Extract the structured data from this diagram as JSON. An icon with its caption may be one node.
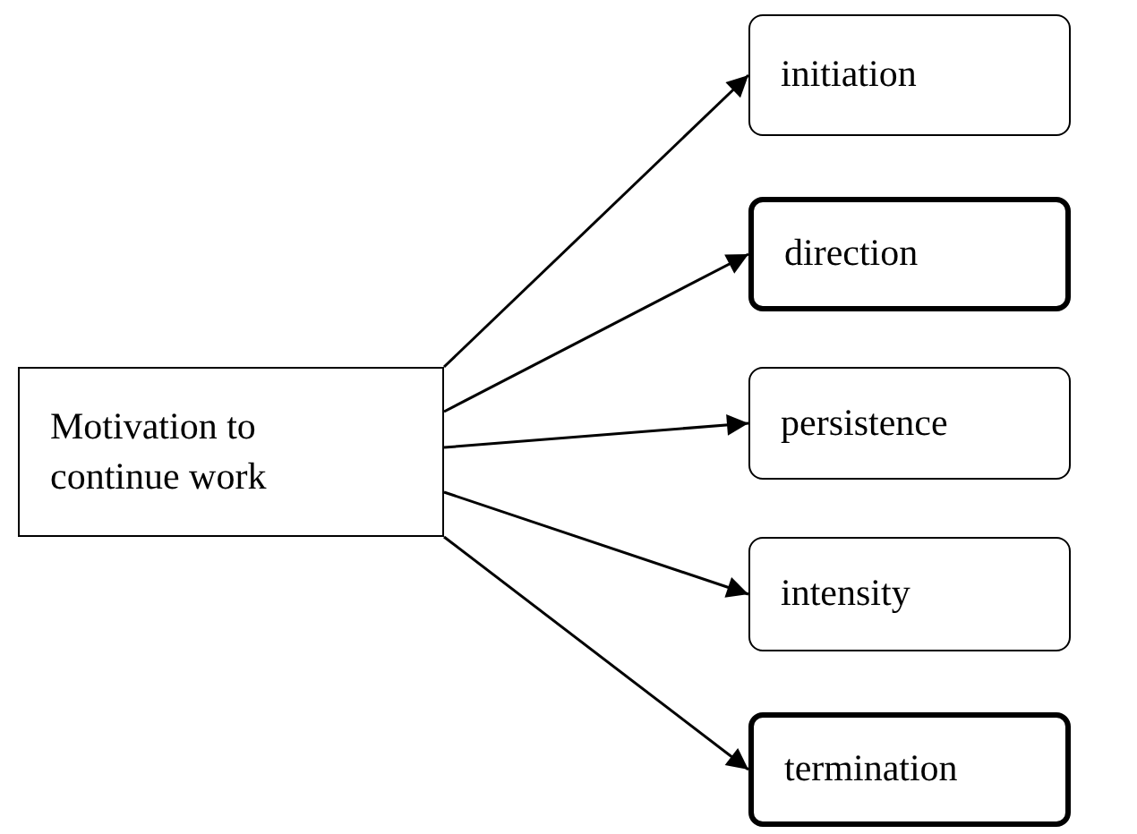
{
  "diagram": {
    "nodes": [
      {
        "text": [
          "Motivation to continue work"
        ]
      },
      {
        "text": [
          "initiation"
        ]
      },
      {
        "text": [
          "direction"
        ]
      },
      {
        "text": [
          "persistence"
        ]
      },
      {
        "text": [
          "intensity"
        ]
      },
      {
        "text": [
          "termination"
        ]
      }
    ],
    "edges": [
      {
        "from": 0,
        "to": 1,
        "arrow": "to"
      },
      {
        "from": 0,
        "to": 2,
        "arrow": "to"
      },
      {
        "from": 0,
        "to": 3,
        "arrow": "to"
      },
      {
        "from": 0,
        "to": 4,
        "arrow": "to"
      },
      {
        "from": 0,
        "to": 5,
        "arrow": "to"
      }
    ]
  }
}
